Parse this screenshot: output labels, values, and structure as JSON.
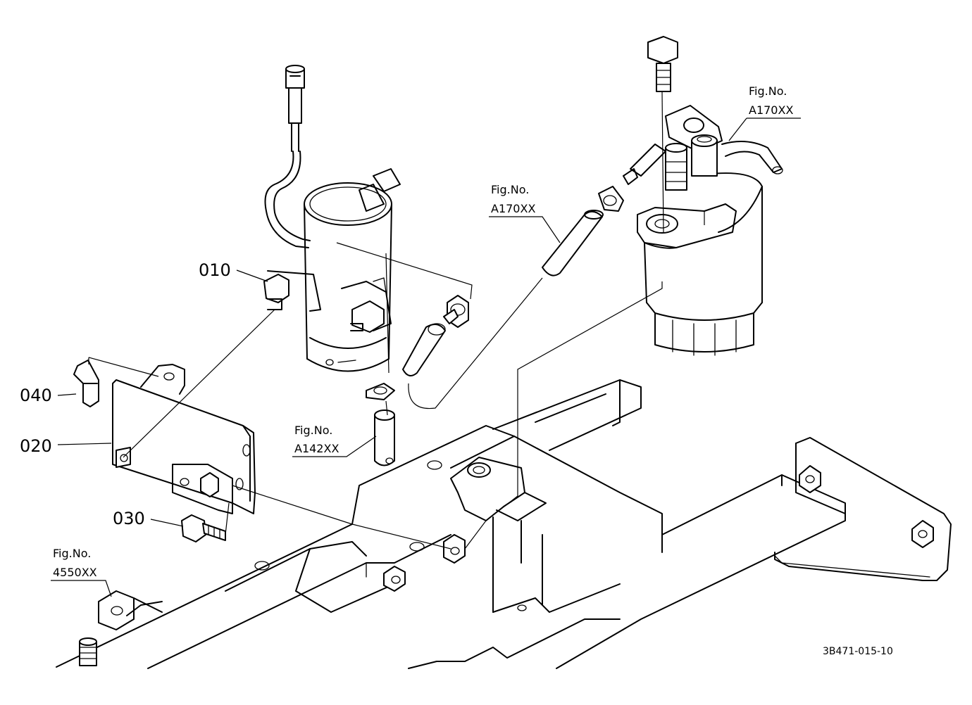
{
  "parts": [
    {
      "number": "010"
    },
    {
      "number": "020"
    },
    {
      "number": "030"
    },
    {
      "number": "040"
    }
  ],
  "figure_refs": [
    {
      "line1": "Fig.No.",
      "line2": "A170XX"
    },
    {
      "line1": "Fig.No.",
      "line2": "A170XX"
    },
    {
      "line1": "Fig.No.",
      "line2": "A142XX"
    },
    {
      "line1": "Fig.No.",
      "line2": "4550XX"
    }
  ],
  "drawing_code": "3B471-015-10"
}
